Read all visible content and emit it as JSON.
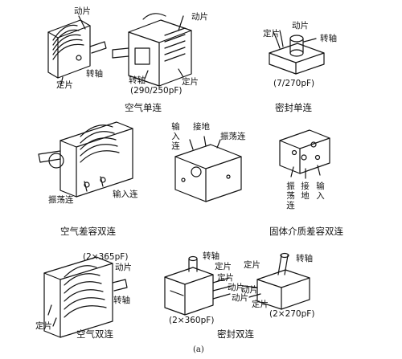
{
  "labels": {
    "dongpian": "动片",
    "dingpian": "定片",
    "zhuanzhou": "转轴",
    "jiedi": "接地",
    "shuru": "输入连",
    "zhendang": "振荡连",
    "ru": "输入连",
    "zhen_v": "振荡连",
    "jie_v": "接地",
    "shu_v": "输入"
  },
  "values": {
    "cap_290_250": "(290/250pF)",
    "cap_7_270": "(7/270pF)",
    "cap_2x365": "(2×365pF)",
    "cap_2x360": "(2×360pF)",
    "cap_2x270": "(2×270pF)"
  },
  "captions": {
    "air_single": "空气单连",
    "sealed_single": "密封单连",
    "air_diff_dual": "空气差容双连",
    "solid_diff_dual": "固体介质差容双连",
    "air_dual": "空气双连",
    "sealed_dual": "密封双连"
  },
  "figure_label": "(a)"
}
